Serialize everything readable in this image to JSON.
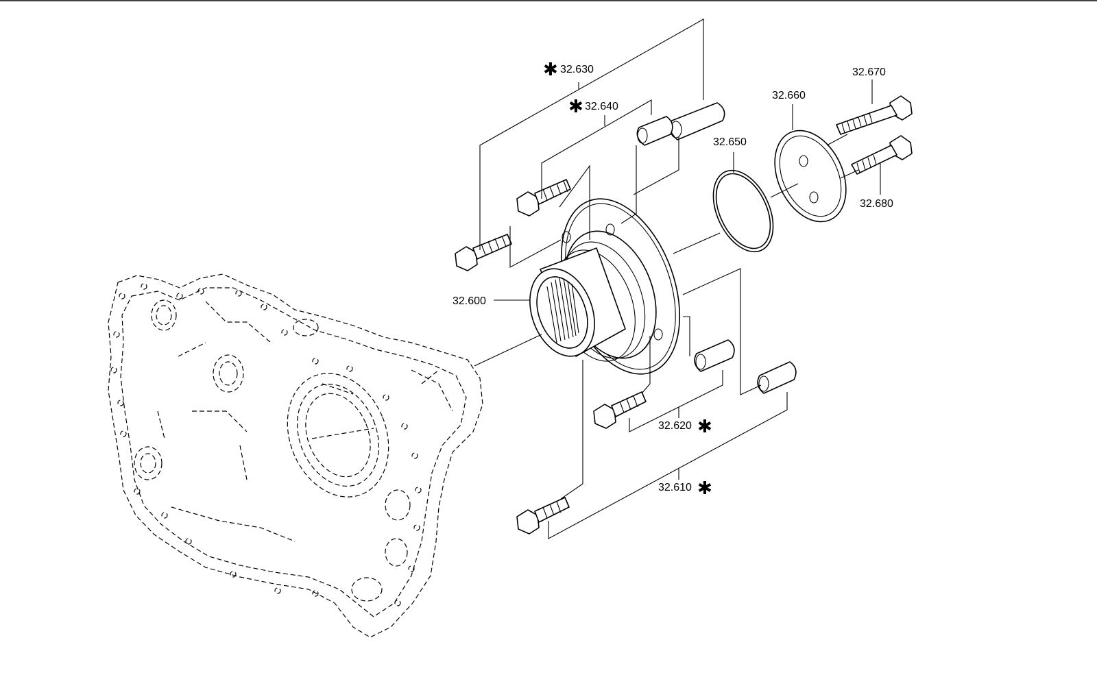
{
  "diagram": {
    "callouts": {
      "c32600": {
        "text": "32.600",
        "star": ""
      },
      "c32610": {
        "text": "32.610",
        "star": "✱"
      },
      "c32620": {
        "text": "32.620",
        "star": "✱"
      },
      "c32630": {
        "text": "32.630",
        "star": "✱"
      },
      "c32640": {
        "text": "32.640",
        "star": "✱"
      },
      "c32650": {
        "text": "32.650",
        "star": ""
      },
      "c32660": {
        "text": "32.660",
        "star": ""
      },
      "c32670": {
        "text": "32.670",
        "star": ""
      },
      "c32680": {
        "text": "32.680",
        "star": ""
      }
    }
  }
}
